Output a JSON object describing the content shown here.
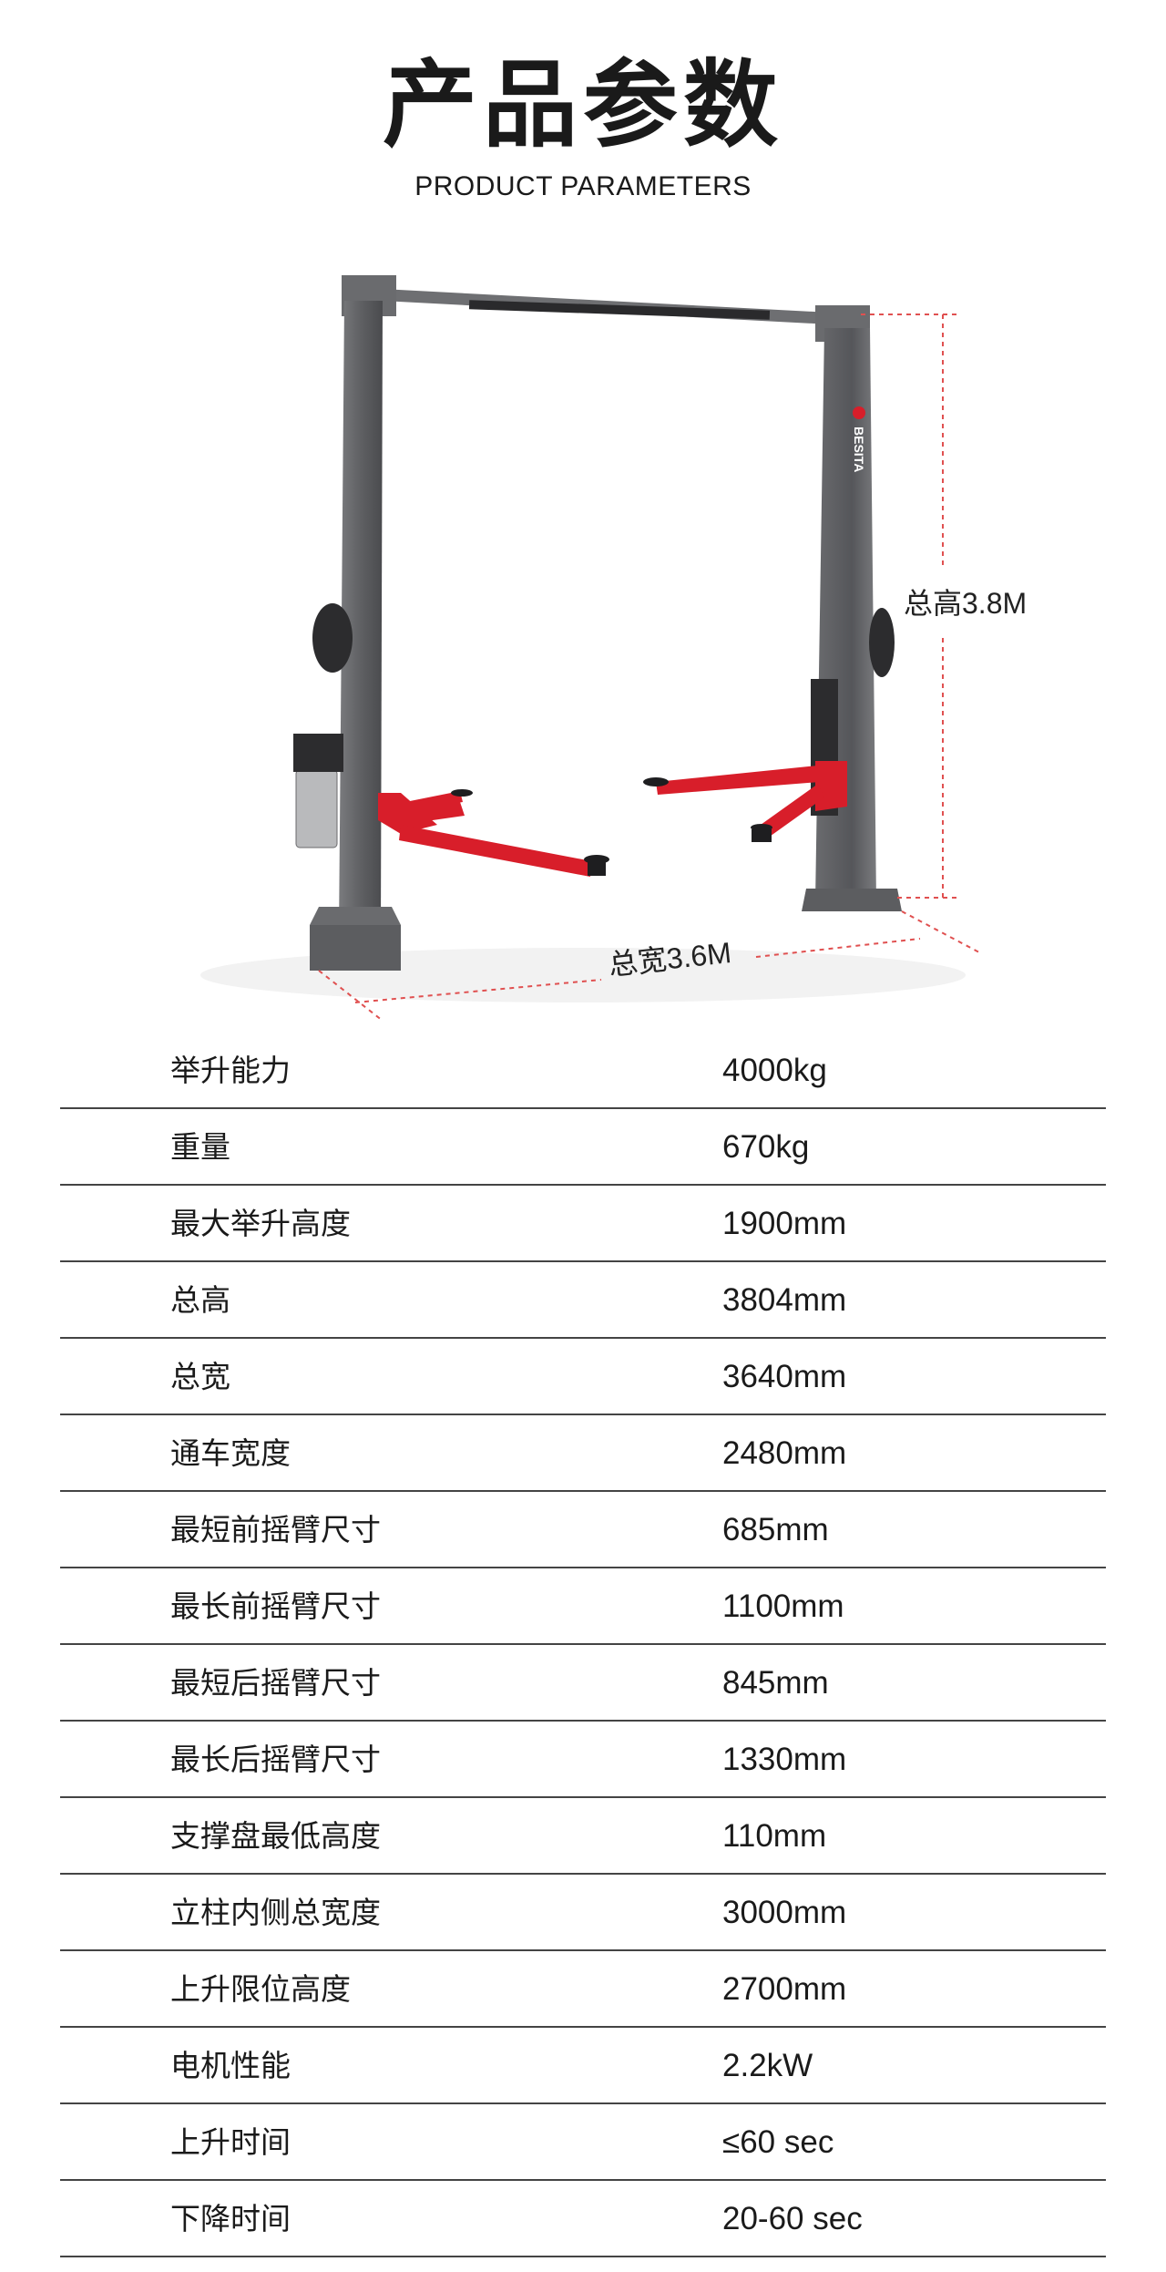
{
  "header": {
    "title": "产品参数",
    "subtitle": "PRODUCT PARAMETERS"
  },
  "figure": {
    "brand": "BESITA",
    "height_label": "总高3.8M",
    "width_label": "总宽3.6M",
    "colors": {
      "column": "#5a5b5e",
      "arm": "#d81e2a",
      "dimension_line": "#e05050"
    }
  },
  "specs": [
    {
      "label": "举升能力",
      "value": "4000kg"
    },
    {
      "label": "重量",
      "value": "670kg"
    },
    {
      "label": "最大举升高度",
      "value": "1900mm"
    },
    {
      "label": "总高",
      "value": "3804mm"
    },
    {
      "label": "总宽",
      "value": "3640mm"
    },
    {
      "label": "通车宽度",
      "value": "2480mm"
    },
    {
      "label": "最短前摇臂尺寸",
      "value": "685mm"
    },
    {
      "label": "最长前摇臂尺寸",
      "value": "1100mm"
    },
    {
      "label": "最短后摇臂尺寸",
      "value": "845mm"
    },
    {
      "label": "最长后摇臂尺寸",
      "value": "1330mm"
    },
    {
      "label": "支撑盘最低高度",
      "value": "110mm"
    },
    {
      "label": "立柱内侧总宽度",
      "value": "3000mm"
    },
    {
      "label": "上升限位高度",
      "value": "2700mm"
    },
    {
      "label": "电机性能",
      "value": "2.2kW"
    },
    {
      "label": "上升时间",
      "value": "≤60 sec"
    },
    {
      "label": "下降时间",
      "value": "20-60 sec"
    }
  ]
}
